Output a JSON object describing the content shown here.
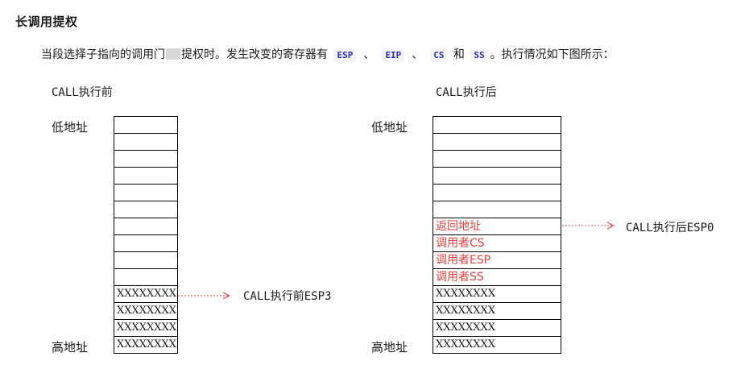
{
  "title": "长调用提权",
  "intro": {
    "prefix": "当段选择子指向的调用门",
    "after_blur": "提权时。发生改变的寄存器有",
    "regs": [
      "ESP",
      "EIP",
      "CS",
      "SS"
    ],
    "sep": "、",
    "and": "和",
    "suffix": "。执行情况如下图所示："
  },
  "before": {
    "heading": "CALL执行前",
    "low_label": "低地址",
    "high_label": "高地址",
    "cells": [
      "",
      "",
      "",
      "",
      "",
      "",
      "",
      "",
      "",
      "",
      "XXXXXXXX",
      "XXXXXXXX",
      "XXXXXXXX",
      "XXXXXXXX"
    ],
    "pointer_label": "CALL执行前ESP3"
  },
  "after": {
    "heading": "CALL执行后",
    "low_label": "低地址",
    "high_label": "高地址",
    "cells": [
      "",
      "",
      "",
      "",
      "",
      "",
      "返回地址",
      "调用者CS",
      "调用者ESP",
      "调用者SS",
      "XXXXXXXX",
      "XXXXXXXX",
      "XXXXXXXX",
      "XXXXXXXX"
    ],
    "red_cells": [
      6,
      7,
      8,
      9
    ],
    "pointer_label": "CALL执行后ESP0"
  },
  "colors": {
    "arrow": "#e8403a",
    "highlight_text": "#e8403a",
    "code_text": "#2b2bb8"
  }
}
